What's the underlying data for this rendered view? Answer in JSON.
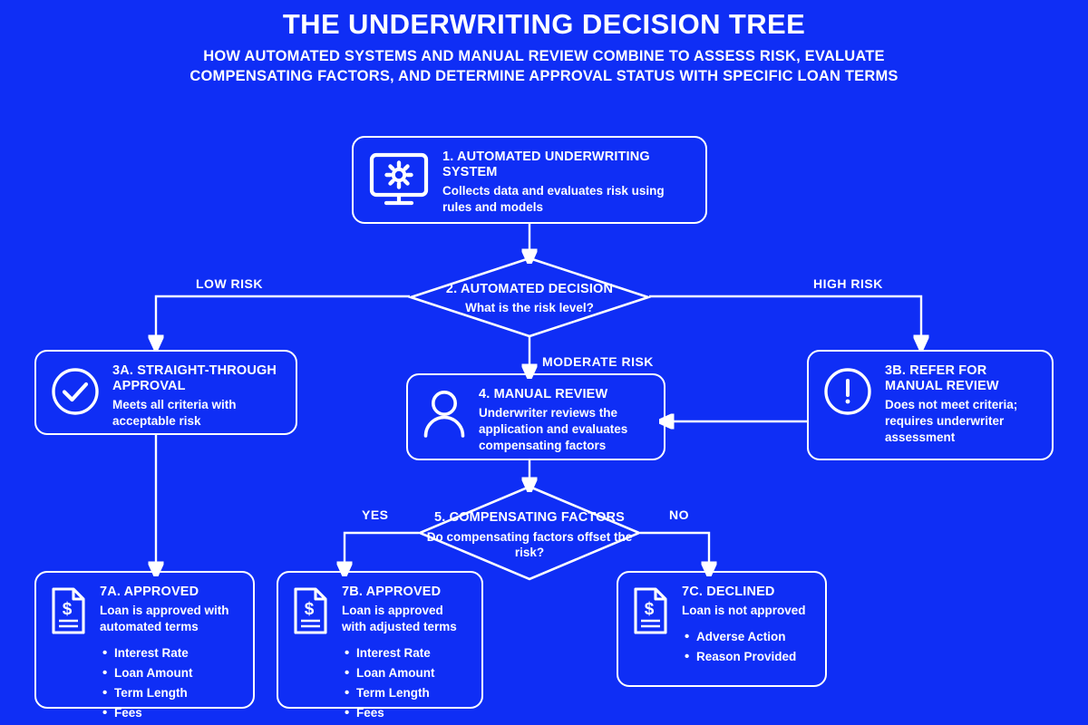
{
  "header": {
    "title": "THE UNDERWRITING DECISION TREE",
    "subtitle": "HOW AUTOMATED SYSTEMS AND MANUAL REVIEW COMBINE TO ASSESS RISK, EVALUATE COMPENSATING FACTORS, AND DETERMINE APPROVAL STATUS WITH SPECIFIC LOAN TERMS"
  },
  "colors": {
    "background": "#0f2ef5",
    "foreground": "#ffffff"
  },
  "nodes": {
    "automated_underwriting_system": {
      "icon": "monitor-gear-icon",
      "heading": "1. AUTOMATED UNDERWRITING SYSTEM",
      "description": "Collects data and evaluates risk using rules and models"
    },
    "automated_decision": {
      "shape": "diamond",
      "heading": "2. AUTOMATED DECISION",
      "description": "What is the risk level?"
    },
    "straight_through_approval": {
      "icon": "check-circle-icon",
      "heading": "3A. STRAIGHT-THROUGH APPROVAL",
      "description": "Meets all criteria with acceptable risk"
    },
    "refer_for_manual_review": {
      "icon": "exclamation-circle-icon",
      "heading": "3B. REFER FOR MANUAL REVIEW",
      "description": "Does not meet criteria; requires underwriter assessment"
    },
    "manual_review": {
      "icon": "person-icon",
      "heading": "4. MANUAL REVIEW",
      "description": "Underwriter reviews the application and evaluates compensating factors"
    },
    "compensating_factors": {
      "shape": "diamond",
      "heading": "5. COMPENSATING FACTORS",
      "description": "Do compensating factors offset the risk?"
    },
    "approved_automated": {
      "icon": "document-dollar-icon",
      "heading": "7A. APPROVED",
      "description": "Loan is approved with automated terms",
      "items": [
        "Interest Rate",
        "Loan Amount",
        "Term Length",
        "Fees"
      ]
    },
    "approved_adjusted": {
      "icon": "document-dollar-icon",
      "heading": "7B. APPROVED",
      "description": "Loan is approved with adjusted terms",
      "items": [
        "Interest Rate",
        "Loan Amount",
        "Term Length",
        "Fees"
      ]
    },
    "declined": {
      "icon": "document-dollar-icon",
      "heading": "7C. DECLINED",
      "description": "Loan is not approved",
      "items": [
        "Adverse Action",
        "Reason Provided"
      ]
    }
  },
  "edge_labels": {
    "low_risk": "LOW RISK",
    "high_risk": "HIGH RISK",
    "moderate_risk": "MODERATE RISK",
    "yes": "YES",
    "no": "NO"
  }
}
